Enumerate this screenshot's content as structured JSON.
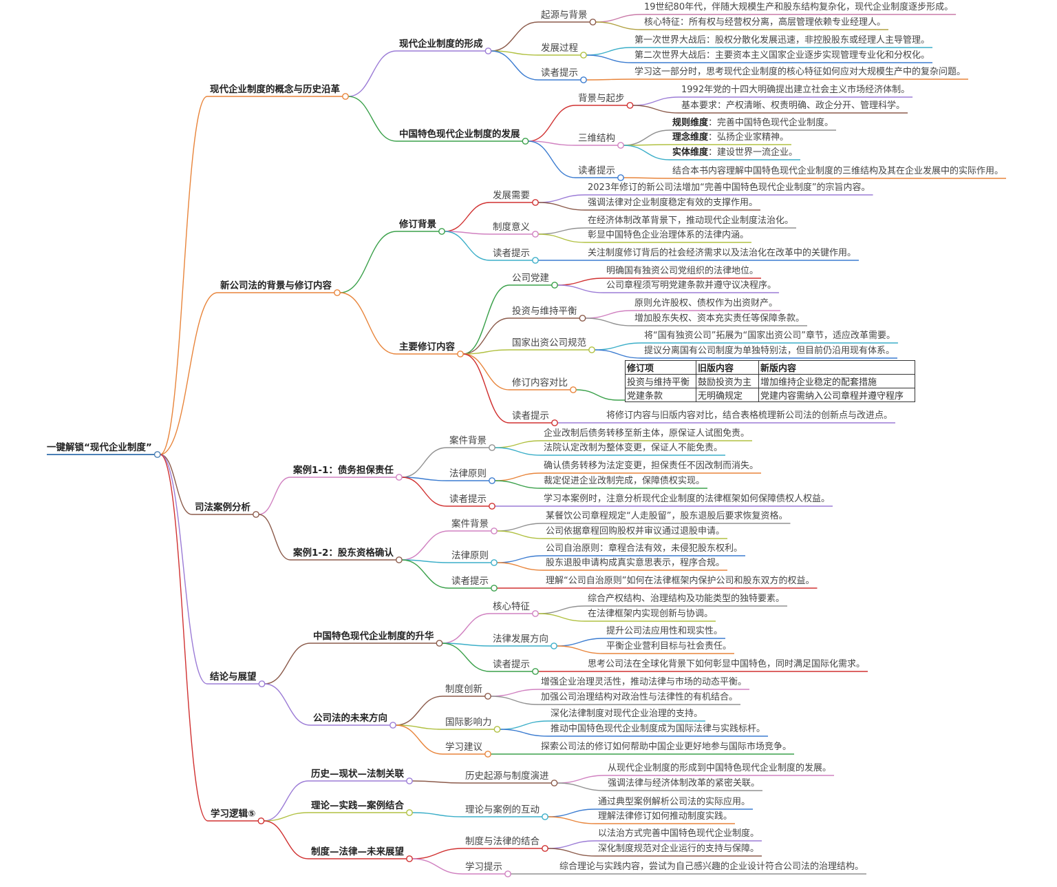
{
  "root": {
    "id": "root",
    "text": "一键解锁“现代企业制度”",
    "color": "#4a7fb5",
    "children": [
      {
        "id": "b1",
        "text": "现代企业制度的概念与历史沿革",
        "color": "#e8843a",
        "children": [
          {
            "id": "b1a",
            "text": "现代企业制度的形成",
            "color": "#9b7bd6",
            "children": [
              {
                "id": "b1a1",
                "text": "起源与背景",
                "color": "#8b5a4a",
                "children": [
                  {
                    "id": "b1a1a",
                    "text": "19世纪80年代，伴随大规模生产和股东结构复杂化，现代企业制度逐步形成。",
                    "color": "#c97aa8"
                  },
                  {
                    "id": "b1a1b",
                    "text": "核心特征：所有权与经营权分离，高层管理依赖专业经理人。",
                    "color": "#b0a040"
                  }
                ]
              },
              {
                "id": "b1a2",
                "text": "发展过程",
                "color": "#b0c040",
                "children": [
                  {
                    "id": "b1a2a",
                    "text": "第一次世界大战后：股权分散化发展迅速，非控股股东或经理人主导管理。",
                    "color": "#3aaec8"
                  },
                  {
                    "id": "b1a2b",
                    "text": "第二次世界大战后：主要资本主义国家企业逐步实现管理专业化和分权化。",
                    "color": "#3a7bd0"
                  }
                ]
              },
              {
                "id": "b1a3",
                "text": "读者提示",
                "color": "#3a7bd0",
                "children": [
                  {
                    "id": "b1a3a",
                    "text": "学习这一部分时，思考现代企业制度的核心特征如何应对大规模生产中的复杂问题。",
                    "color": "#e8843a"
                  }
                ]
              }
            ]
          },
          {
            "id": "b1b",
            "text": "中国特色现代企业制度的发展",
            "color": "#3aa04a",
            "children": [
              {
                "id": "b1b1",
                "text": "背景与起步",
                "color": "#d03030",
                "children": [
                  {
                    "id": "b1b1a",
                    "text": "1992年党的十四大明确提出建立社会主义市场经济体制。",
                    "color": "#9b7bd6"
                  },
                  {
                    "id": "b1b1b",
                    "text": "基本要求：产权清晰、权责明确、政企分开、管理科学。",
                    "color": "#8b5a4a"
                  }
                ]
              },
              {
                "id": "b1b2",
                "text": "三维结构",
                "color": "#d080c0",
                "children": [
                  {
                    "id": "b1b2a",
                    "text": "规则维度：完善中国特色现代企业制度。",
                    "bold": "规则维度",
                    "color": "#909090"
                  },
                  {
                    "id": "b1b2b",
                    "text": "理念维度：弘扬企业家精神。",
                    "bold": "理念维度",
                    "color": "#b0c040"
                  },
                  {
                    "id": "b1b2c",
                    "text": "实体维度：建设世界一流企业。",
                    "bold": "实体维度",
                    "color": "#3aaec8"
                  }
                ]
              },
              {
                "id": "b1b3",
                "text": "读者提示",
                "color": "#3a7bd0",
                "children": [
                  {
                    "id": "b1b3a",
                    "text": "结合本书内容理解中国特色现代企业制度的三维结构及其在企业发展中的实际作用。",
                    "color": "#e8843a"
                  }
                ]
              }
            ]
          }
        ]
      },
      {
        "id": "b2",
        "text": "新公司法的背景与修订内容",
        "color": "#e8843a",
        "children": [
          {
            "id": "b2a",
            "text": "修订背景",
            "color": "#3aa04a",
            "children": [
              {
                "id": "b2a1",
                "text": "发展需要",
                "color": "#d03030",
                "children": [
                  {
                    "id": "b2a1a",
                    "text": "2023年修订的新公司法增加“完善中国特色现代企业制度”的宗旨内容。",
                    "color": "#9b7bd6"
                  },
                  {
                    "id": "b2a1b",
                    "text": "强调法律对企业制度稳定有效的支撑作用。",
                    "color": "#8b5a4a"
                  }
                ]
              },
              {
                "id": "b2a2",
                "text": "制度意义",
                "color": "#d080c0",
                "children": [
                  {
                    "id": "b2a2a",
                    "text": "在经济体制改革背景下，推动现代企业制度法治化。",
                    "color": "#909090"
                  },
                  {
                    "id": "b2a2b",
                    "text": "彰显中国特色企业治理体系的法律内涵。",
                    "color": "#b0c040"
                  }
                ]
              },
              {
                "id": "b2a3",
                "text": "读者提示",
                "color": "#3aaec8",
                "children": [
                  {
                    "id": "b2a3a",
                    "text": "关注制度修订背后的社会经济需求以及法治化在改革中的关键作用。",
                    "color": "#3a7bd0"
                  }
                ]
              }
            ]
          },
          {
            "id": "b2b",
            "text": "主要修订内容",
            "color": "#e8843a",
            "children": [
              {
                "id": "b2b1",
                "text": "公司党建",
                "color": "#3aa04a",
                "children": [
                  {
                    "id": "b2b1a",
                    "text": "明确国有独资公司党组织的法律地位。",
                    "color": "#d03030"
                  },
                  {
                    "id": "b2b1b",
                    "text": "公司章程须写明党建条款并遵守议决程序。",
                    "color": "#9b7bd6"
                  }
                ]
              },
              {
                "id": "b2b2",
                "text": "投资与维持平衡",
                "color": "#8b5a4a",
                "children": [
                  {
                    "id": "b2b2a",
                    "text": "原则允许股权、债权作为出资财产。",
                    "color": "#d080c0"
                  },
                  {
                    "id": "b2b2b",
                    "text": "增加股东失权、资本充实责任等保障条款。",
                    "color": "#909090"
                  }
                ]
              },
              {
                "id": "b2b3",
                "text": "国家出资公司规范",
                "color": "#b0c040",
                "children": [
                  {
                    "id": "b2b3a",
                    "text": "将“国有独资公司”拓展为“国家出资公司”章节，适应改革需要。",
                    "color": "#3aaec8"
                  },
                  {
                    "id": "b2b3b",
                    "text": "提议分离国有公司制度为单独特别法，但目前仍沿用现有体系。",
                    "color": "#3a7bd0"
                  }
                ]
              },
              {
                "id": "b2b4",
                "text": "修订内容对比",
                "color": "#e8843a",
                "children": [
                  {
                    "id": "b2b4t",
                    "type": "table",
                    "color": "#3aa04a",
                    "headers": [
                      "修订项",
                      "旧版内容",
                      "新版内容"
                    ],
                    "rows": [
                      [
                        "投资与维持平衡",
                        "鼓励投资为主",
                        "增加维持企业稳定的配套措施"
                      ],
                      [
                        "党建条款",
                        "无明确规定",
                        "党建内容需纳入公司章程并遵守程序"
                      ]
                    ]
                  }
                ]
              },
              {
                "id": "b2b5",
                "text": "读者提示",
                "color": "#d03030",
                "children": [
                  {
                    "id": "b2b5a",
                    "text": "将修订内容与旧版内容对比，结合表格梳理新公司法的创新点与改进点。",
                    "color": "#9b7bd6"
                  }
                ]
              }
            ]
          }
        ]
      },
      {
        "id": "b3",
        "text": "司法案例分析",
        "color": "#8b5a4a",
        "children": [
          {
            "id": "b3a",
            "text": "案例1-1：债务担保责任",
            "color": "#d080c0",
            "children": [
              {
                "id": "b3a1",
                "text": "案件背景",
                "color": "#909090",
                "children": [
                  {
                    "id": "b3a1a",
                    "text": "企业改制后债务转移至新主体，原保证人试图免责。",
                    "color": "#b0c040"
                  },
                  {
                    "id": "b3a1b",
                    "text": "法院认定改制为整体变更，保证人不能免责。",
                    "color": "#3aaec8"
                  }
                ]
              },
              {
                "id": "b3a2",
                "text": "法律原则",
                "color": "#3a7bd0",
                "children": [
                  {
                    "id": "b3a2a",
                    "text": "确认债务转移为法定变更，担保责任不因改制而消失。",
                    "color": "#e8843a"
                  },
                  {
                    "id": "b3a2b",
                    "text": "裁定促进企业改制完成，保障债权实现。",
                    "color": "#3aa04a"
                  }
                ]
              },
              {
                "id": "b3a3",
                "text": "读者提示",
                "color": "#d03030",
                "children": [
                  {
                    "id": "b3a3a",
                    "text": "学习本案例时，注意分析现代企业制度的法律框架如何保障债权人权益。",
                    "color": "#9b7bd6"
                  }
                ]
              }
            ]
          },
          {
            "id": "b3b",
            "text": "案例1-2：股东资格确认",
            "color": "#8b5a4a",
            "children": [
              {
                "id": "b3b1",
                "text": "案件背景",
                "color": "#d080c0",
                "children": [
                  {
                    "id": "b3b1a",
                    "text": "某餐饮公司章程规定“人走股留”，股东退股后要求恢复资格。",
                    "color": "#909090"
                  },
                  {
                    "id": "b3b1b",
                    "text": "公司依据章程回购股权并审议通过退股申请。",
                    "color": "#b0c040"
                  }
                ]
              },
              {
                "id": "b3b2",
                "text": "法律原则",
                "color": "#3aaec8",
                "children": [
                  {
                    "id": "b3b2a",
                    "text": "公司自治原则：章程合法有效，未侵犯股东权利。",
                    "color": "#3a7bd0"
                  },
                  {
                    "id": "b3b2b",
                    "text": "股东退股申请构成真实意思表示，程序合规。",
                    "color": "#e8843a"
                  }
                ]
              },
              {
                "id": "b3b3",
                "text": "读者提示",
                "color": "#3aa04a",
                "children": [
                  {
                    "id": "b3b3a",
                    "text": "理解“公司自治原则”如何在法律框架内保护公司和股东双方的权益。",
                    "color": "#d03030"
                  }
                ]
              }
            ]
          }
        ]
      },
      {
        "id": "b4",
        "text": "结论与展望",
        "color": "#9b7bd6",
        "children": [
          {
            "id": "b4a",
            "text": "中国特色现代企业制度的升华",
            "color": "#8b5a4a",
            "children": [
              {
                "id": "b4a1",
                "text": "核心特征",
                "color": "#d080c0",
                "children": [
                  {
                    "id": "b4a1a",
                    "text": "综合产权结构、治理结构及功能类型的独特要素。",
                    "color": "#909090"
                  },
                  {
                    "id": "b4a1b",
                    "text": "在法律框架内实现创新与协调。",
                    "color": "#b0c040"
                  }
                ]
              },
              {
                "id": "b4a2",
                "text": "法律发展方向",
                "color": "#3aaec8",
                "children": [
                  {
                    "id": "b4a2a",
                    "text": "提升公司法应用性和现实性。",
                    "color": "#3a7bd0"
                  },
                  {
                    "id": "b4a2b",
                    "text": "平衡企业营利目标与社会责任。",
                    "color": "#e8843a"
                  }
                ]
              },
              {
                "id": "b4a3",
                "text": "读者提示",
                "color": "#3aa04a",
                "children": [
                  {
                    "id": "b4a3a",
                    "text": "思考公司法在全球化背景下如何彰显中国特色，同时满足国际化需求。",
                    "color": "#d03030"
                  }
                ]
              }
            ]
          },
          {
            "id": "b4b",
            "text": "公司法的未来方向",
            "color": "#9b7bd6",
            "children": [
              {
                "id": "b4b1",
                "text": "制度创新",
                "color": "#8b5a4a",
                "children": [
                  {
                    "id": "b4b1a",
                    "text": "增强企业治理灵活性，推动法律与市场的动态平衡。",
                    "color": "#d080c0"
                  },
                  {
                    "id": "b4b1b",
                    "text": "加强公司治理结构对政治性与法律性的有机结合。",
                    "color": "#909090"
                  }
                ]
              },
              {
                "id": "b4b2",
                "text": "国际影响力",
                "color": "#b0c040",
                "children": [
                  {
                    "id": "b4b2a",
                    "text": "深化法律制度对现代企业治理的支持。",
                    "color": "#3aaec8"
                  },
                  {
                    "id": "b4b2b",
                    "text": "推动中国特色现代企业制度成为国际法律与实践标杆。",
                    "color": "#3a7bd0"
                  }
                ]
              },
              {
                "id": "b4b3",
                "text": "学习建议",
                "color": "#e8843a",
                "children": [
                  {
                    "id": "b4b3a",
                    "text": "探索公司法的修订如何帮助中国企业更好地参与国际市场竞争。",
                    "color": "#3aa04a"
                  }
                ]
              }
            ]
          }
        ]
      },
      {
        "id": "b5",
        "text": "学习逻辑⑤",
        "color": "#d03030",
        "children": [
          {
            "id": "b5a",
            "text": "历史—现状—法制关联",
            "color": "#9b7bd6",
            "children": [
              {
                "id": "b5a1",
                "text": "历史起源与制度演进",
                "color": "#8b5a4a",
                "children": [
                  {
                    "id": "b5a1a",
                    "text": "从现代企业制度的形成到中国特色现代企业制度的发展。",
                    "color": "#d080c0"
                  },
                  {
                    "id": "b5a1b",
                    "text": "强调法律与经济体制改革的紧密关联。",
                    "color": "#909090"
                  }
                ]
              }
            ]
          },
          {
            "id": "b5b",
            "text": "理论—实践—案例结合",
            "color": "#b0c040",
            "children": [
              {
                "id": "b5b1",
                "text": "理论与案例的互动",
                "color": "#3aaec8",
                "children": [
                  {
                    "id": "b5b1a",
                    "text": "通过典型案例解析公司法的实际应用。",
                    "color": "#3a7bd0"
                  },
                  {
                    "id": "b5b1b",
                    "text": "理解法律修订如何推动制度实践。",
                    "color": "#e8843a"
                  }
                ]
              }
            ]
          },
          {
            "id": "b5c",
            "text": "制度—法律—未来展望",
            "color": "#d03030",
            "children": [
              {
                "id": "b5c1",
                "text": "制度与法律的结合",
                "color": "#d03030",
                "children": [
                  {
                    "id": "b5c1a",
                    "text": "以法治方式完善中国特色现代企业制度。",
                    "color": "#9b7bd6"
                  },
                  {
                    "id": "b5c1b",
                    "text": "深化制度规范对企业运行的支持与保障。",
                    "color": "#8b5a4a"
                  }
                ]
              },
              {
                "id": "b5c2",
                "text": "学习提示",
                "color": "#d080c0",
                "children": [
                  {
                    "id": "b5c2a",
                    "text": "综合理论与实践内容，尝试为自己感兴趣的企业设计符合公司法的治理结构。",
                    "color": "#909090"
                  }
                ]
              }
            ]
          }
        ]
      }
    ]
  }
}
